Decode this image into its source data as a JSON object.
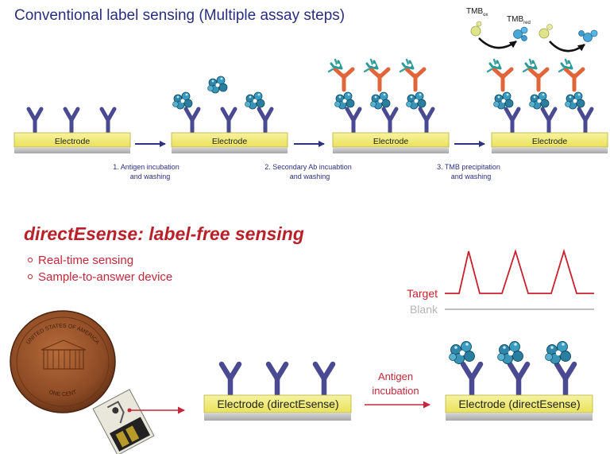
{
  "top": {
    "title": "Conventional label sensing (Multiple assay steps)",
    "electrode_label": "Electrode",
    "tmb_ox": "TMB",
    "tmb_ox_sub": "ox",
    "tmb_red": "TMB",
    "tmb_red_sub": "red",
    "steps": [
      {
        "line1": "1.  Antigen incubation",
        "line2": "and washing"
      },
      {
        "line1": "2.  Secondary Ab incuabtion",
        "line2": "and washing"
      },
      {
        "line1": "3.  TMB precipitation",
        "line2": "and washing"
      }
    ]
  },
  "bottom": {
    "title": "directEsense: label-free sensing",
    "bullets": [
      "Real-time sensing",
      "Sample-to-answer device"
    ],
    "legend_target": "Target",
    "legend_blank": "Blank",
    "electrode_label": "Electrode (directEsense)",
    "arrow_label_line1": "Antigen",
    "arrow_label_line2": "incubation",
    "coin_text_1": "UNITED STATES OF AMERICA",
    "coin_text_2": "ONE CENT"
  },
  "colors": {
    "title_blue": "#2a2e7e",
    "title_red": "#b8202a",
    "antibody": "#4a4a92",
    "electrode_fill": "#f2ee78",
    "antigen": "#3a8fb0",
    "secondary_ab": "#e0663a",
    "arrow_blue": "#2c3180",
    "arrow_red": "#c4283a",
    "target_line": "#c8202c",
    "blank_line": "#b4b4b4"
  }
}
